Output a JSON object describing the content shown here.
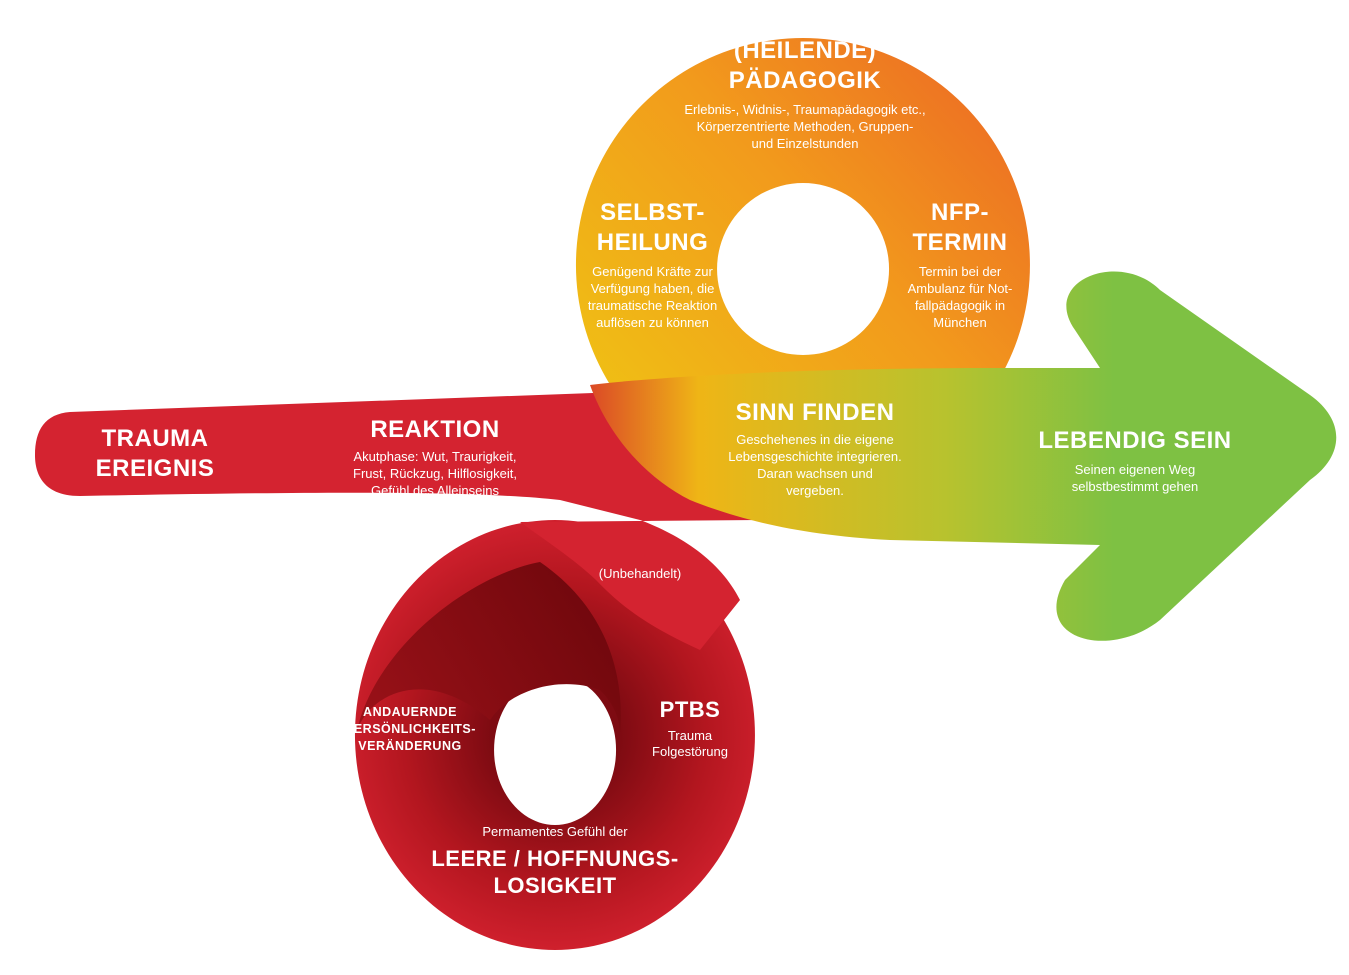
{
  "colors": {
    "red": "#d32230",
    "dark_red": "#7a0a10",
    "orange": "#ee7d22",
    "yellow": "#f0b416",
    "green": "#7ec143"
  },
  "nodes": {
    "trauma": {
      "title_lines": [
        "TRAUMA",
        "EREIGNIS"
      ]
    },
    "reaktion": {
      "title": "REAKTION",
      "desc": "Akutphase: Wut, Traurigkeit,\nFrust, Rückzug, Hilflosigkeit,\nGefühl des Alleinseins"
    },
    "unbehandelt": {
      "text": "(Unbehandelt)"
    },
    "ptbs": {
      "title": "PTBS",
      "desc": "Trauma\nFolgestörung"
    },
    "andauernde": {
      "title_lines": [
        "ANDAUERNDE",
        "PERSÖNLICHKEITS-",
        "VERÄNDERUNG"
      ]
    },
    "leere": {
      "pre": "Permamentes Gefühl der",
      "title_lines": [
        "LEERE / HOFFNUNGS-",
        "LOSIGKEIT"
      ]
    },
    "paedagogik": {
      "title_lines": [
        "(HEILENDE)",
        "PÄDAGOGIK"
      ],
      "desc": "Erlebnis-, Widnis-, Traumapädagogik etc.,\nKörperzentrierte Methoden, Gruppen-\nund Einzelstunden"
    },
    "selbstheilung": {
      "title_lines": [
        "SELBST-",
        "HEILUNG"
      ],
      "desc": "Genügend Kräfte zur\nVerfügung haben, die\ntraumatische Reaktion\nauflösen zu können"
    },
    "nfp": {
      "title_lines": [
        "NFP-",
        "TERMIN"
      ],
      "desc": "Termin bei der\nAmbulanz für Not-\nfallpädagogik in\nMünchen"
    },
    "sinn": {
      "title": "SINN FINDEN",
      "desc": "Geschehenes in die eigene\nLebensgeschichte integrieren.\nDaran wachsen und\nvergeben."
    },
    "lebendig": {
      "title": "LEBENDIG SEIN",
      "desc": "Seinen eigenen Weg\nselbstbestimmt gehen"
    }
  }
}
